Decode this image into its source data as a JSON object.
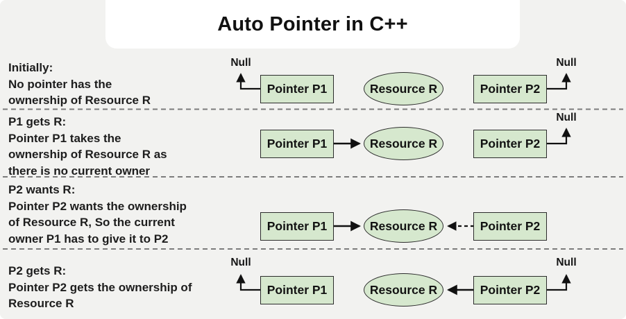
{
  "title": "Auto Pointer in C++",
  "labels": {
    "pointer_p1": "Pointer P1",
    "pointer_p2": "Pointer P2",
    "resource": "Resource R",
    "null_label": "Null"
  },
  "colors": {
    "background": "#f2f2f0",
    "title_panel": "#ffffff",
    "node_fill": "#d6e8ce",
    "node_border": "#2b2b2b",
    "arrow": "#111111",
    "separator": "#7c7c7c",
    "text": "#1d1d1d"
  },
  "rows": [
    {
      "name": "initially",
      "lines": [
        "Initially:",
        "No pointer has the",
        "ownership of Resource R"
      ],
      "diagram": {
        "p1": "points-to-null",
        "p2": "points-to-null",
        "resource_owner": "none"
      }
    },
    {
      "name": "p1-gets-r",
      "lines": [
        "P1 gets R:",
        "Pointer P1 takes the",
        "ownership of Resource R as",
        "there is no current owner"
      ],
      "diagram": {
        "p1": "solid-arrow-to-resource",
        "p2": "points-to-null",
        "resource_owner": "P1"
      }
    },
    {
      "name": "p2-wants-r",
      "lines": [
        "P2 wants R:",
        "Pointer P2 wants the ownership",
        "of Resource R, So the current",
        "owner P1 has to give it to P2"
      ],
      "diagram": {
        "p1": "solid-arrow-to-resource",
        "p2": "dashed-arrow-to-resource",
        "resource_owner": "P1"
      }
    },
    {
      "name": "p2-gets-r",
      "lines": [
        "P2 gets R:",
        "Pointer P2 gets the ownership of",
        "Resource R"
      ],
      "diagram": {
        "p1": "points-to-null",
        "p2": "solid-arrow-to-resource",
        "extra": "null-arrow-right",
        "resource_owner": "P2"
      }
    }
  ]
}
